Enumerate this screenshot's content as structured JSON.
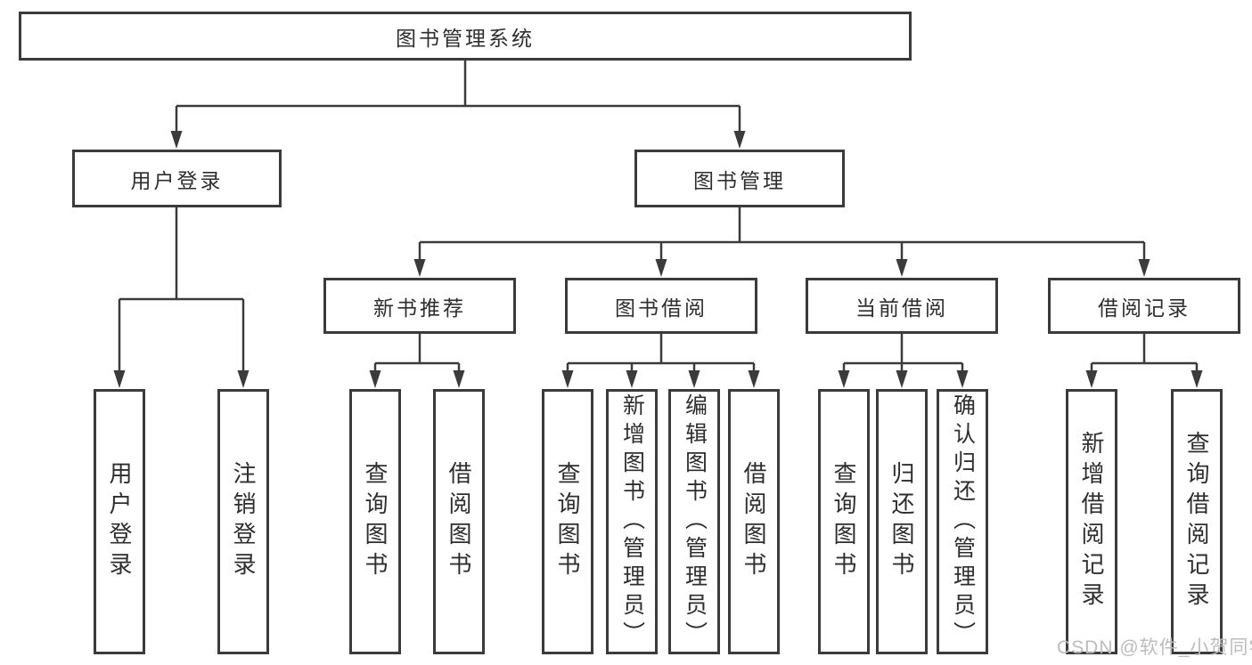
{
  "diagram": {
    "root": "图书管理系统",
    "level1": {
      "user_login": "用户登录",
      "book_management": "图书管理"
    },
    "level2": {
      "new_book_recommend": "新书推荐",
      "book_borrowing": "图书借阅",
      "current_borrowing": "当前借阅",
      "borrowing_records": "借阅记录"
    },
    "leaves": {
      "user_login": [
        "用户登录",
        "注销登录"
      ],
      "new_book_recommend": [
        "查询图书",
        "借阅图书"
      ],
      "book_borrowing": [
        "查询图书",
        "新增图书（管理员）",
        "编辑图书（管理员）",
        "借阅图书"
      ],
      "current_borrowing": [
        "查询图书",
        "归还图书",
        "确认归还（管理员）"
      ],
      "borrowing_records": [
        "新增借阅记录",
        "查询借阅记录"
      ]
    }
  },
  "watermark": {
    "text": "CSDN @软件_小贺同学",
    "color": "#bcbcbc"
  },
  "colors": {
    "line": "#3b3b3b",
    "text": "#2e2e2e",
    "background": "#ffffff"
  }
}
